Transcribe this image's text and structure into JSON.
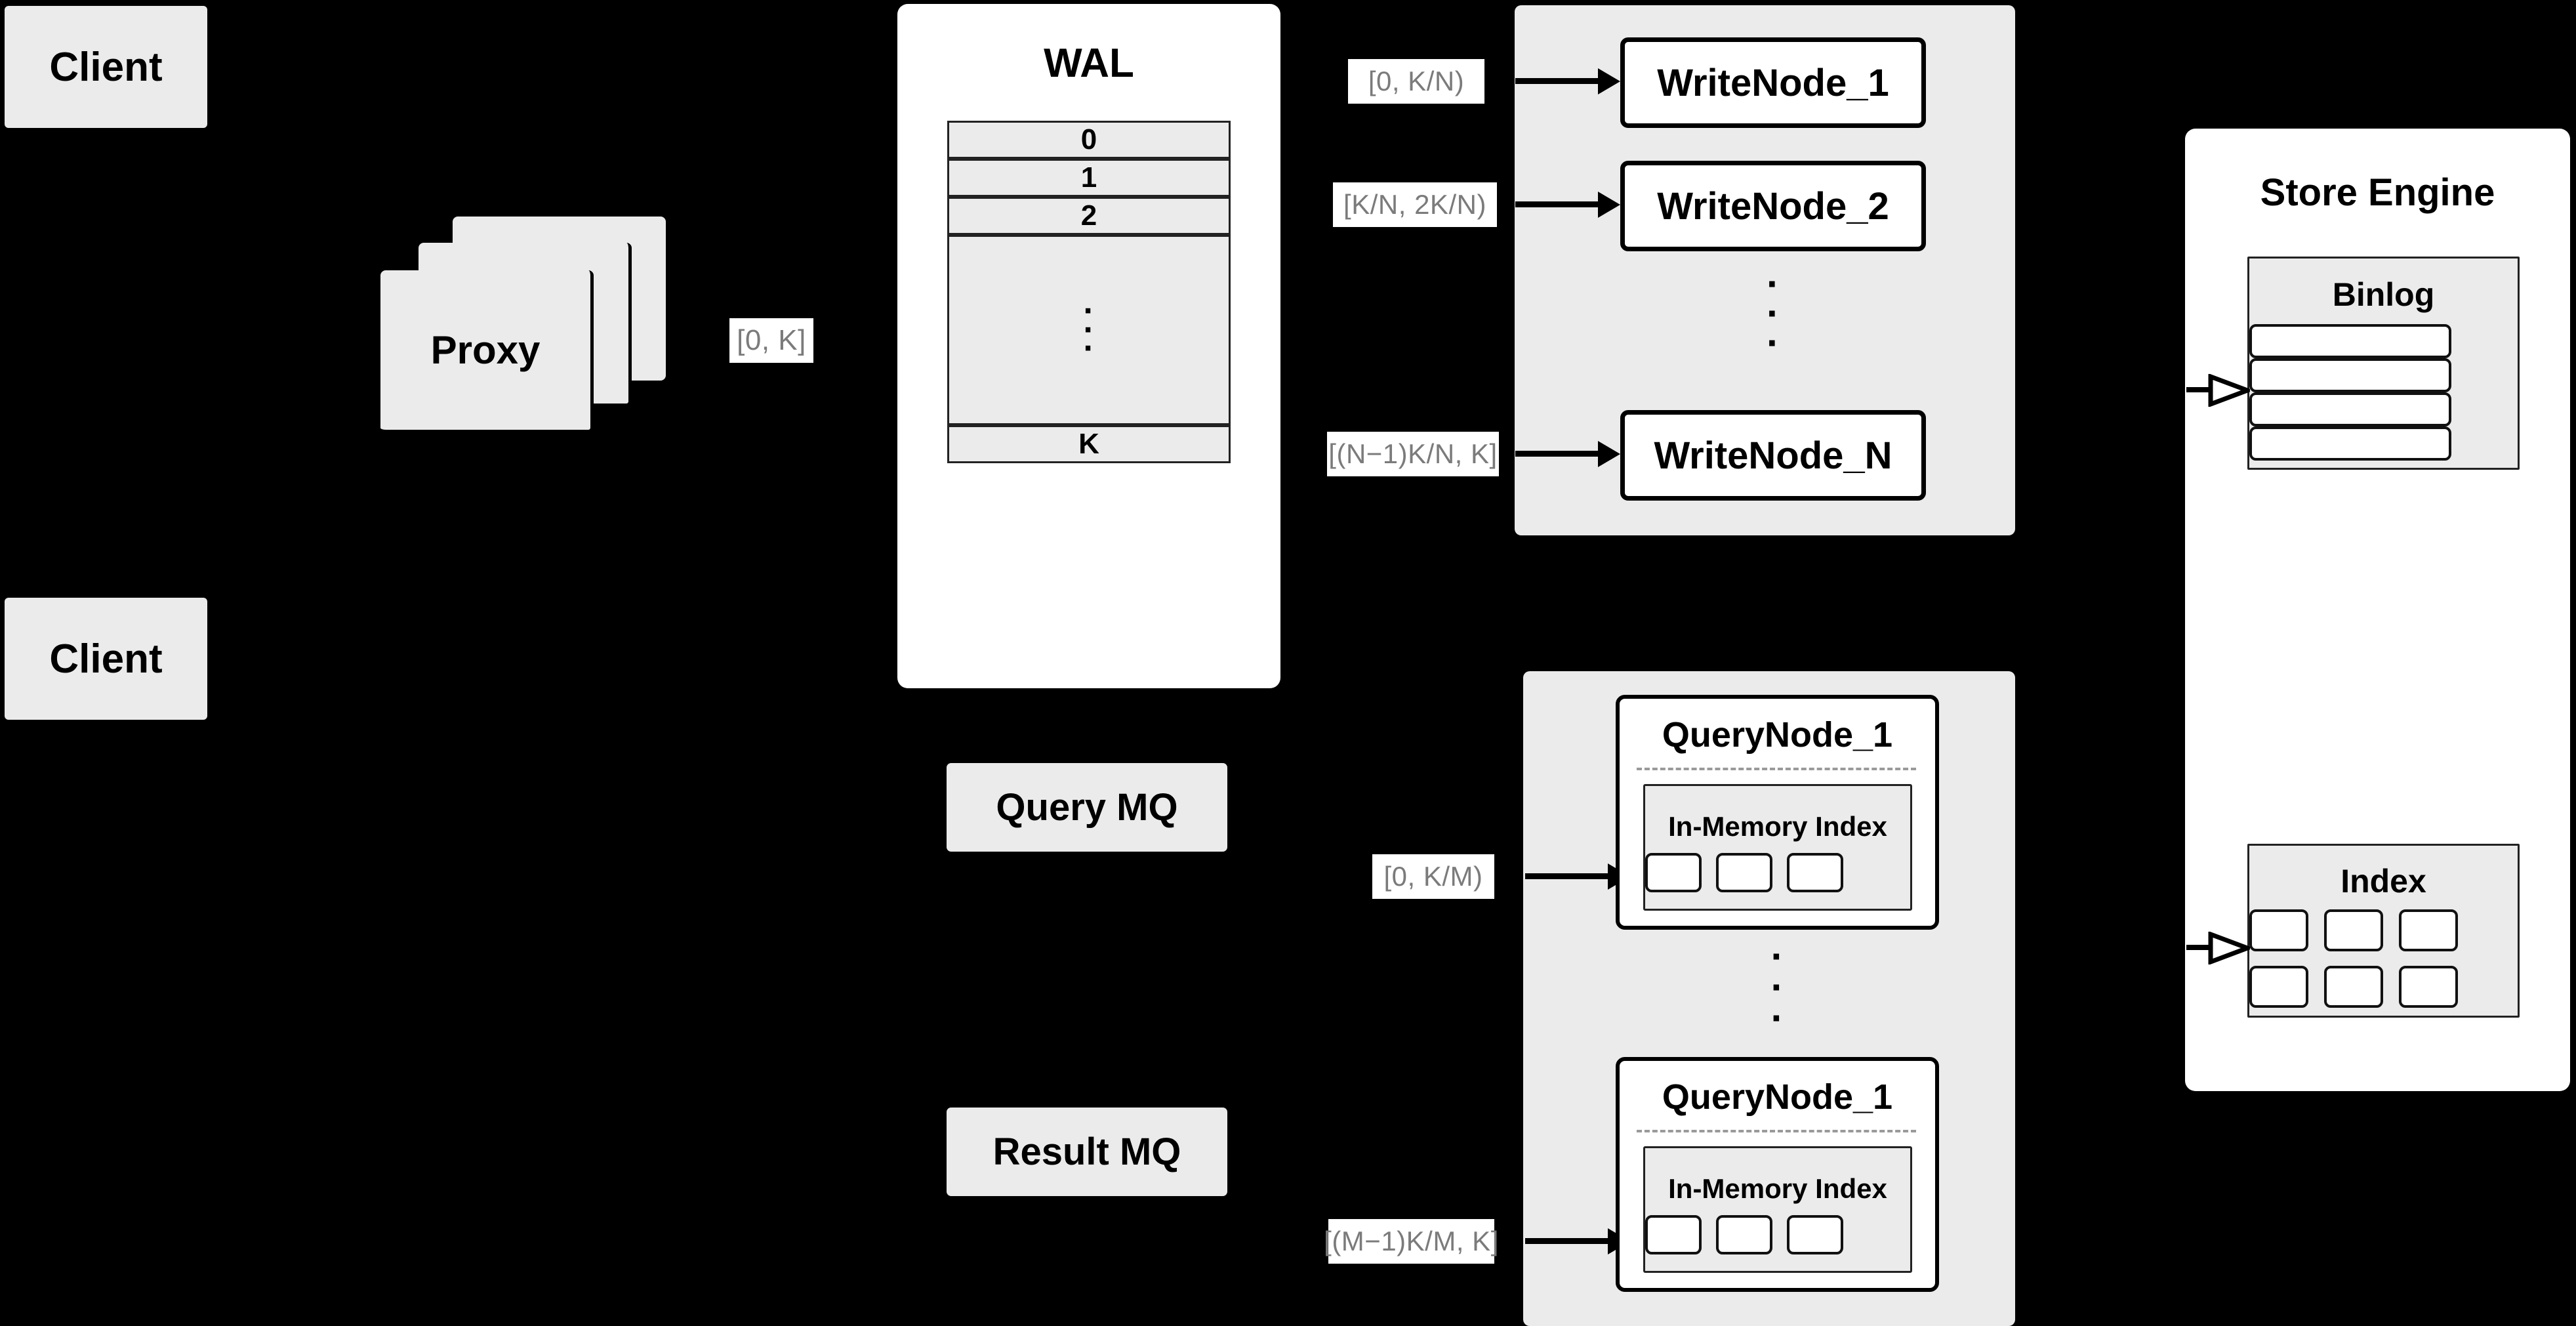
{
  "diagram": {
    "title": "Distributed write/query architecture",
    "colors": {
      "background": "#000000",
      "node_fill": "#ebebeb",
      "panel_fill": "#ffffff",
      "border": "#000000",
      "tag_text": "#7b7b7b",
      "tag_fill": "#ffffff"
    }
  },
  "clients": [
    {
      "label": "Client"
    },
    {
      "label": "Client"
    }
  ],
  "proxy": {
    "label": "Proxy",
    "stack_count": 3
  },
  "range_tags": {
    "proxy_to_wal": "[0, K]",
    "write_node_1": "[0,  K/N)",
    "write_node_2": "[K/N, 2K/N)",
    "write_node_n": "[(N−1)K/N,  K]",
    "query_node_1": "[0, K/M)",
    "query_node_m": "[(M−1)K/M, K]"
  },
  "wal": {
    "title": "WAL",
    "rows": [
      "0",
      "1",
      "2",
      "···",
      "K"
    ],
    "ellipsis_dots": 3
  },
  "write_cluster": {
    "nodes": [
      {
        "label": "WriteNode_1"
      },
      {
        "label": "WriteNode_2"
      },
      {
        "label": "WriteNode_N"
      }
    ],
    "ellipsis_dots": 3
  },
  "message_queues": [
    {
      "label": "Query MQ"
    },
    {
      "label": "Result MQ"
    }
  ],
  "query_cluster": {
    "nodes": [
      {
        "label": "QueryNode_1",
        "index": {
          "label": "In-Memory Index",
          "cells": 3
        }
      },
      {
        "label": "QueryNode_1",
        "index": {
          "label": "In-Memory Index",
          "cells": 3
        }
      }
    ],
    "ellipsis_dots": 3
  },
  "store_engine": {
    "title": "Store Engine",
    "binlog": {
      "title": "Binlog",
      "rows": 4
    },
    "index": {
      "title": "Index",
      "rows": 2,
      "cols": 3
    }
  }
}
